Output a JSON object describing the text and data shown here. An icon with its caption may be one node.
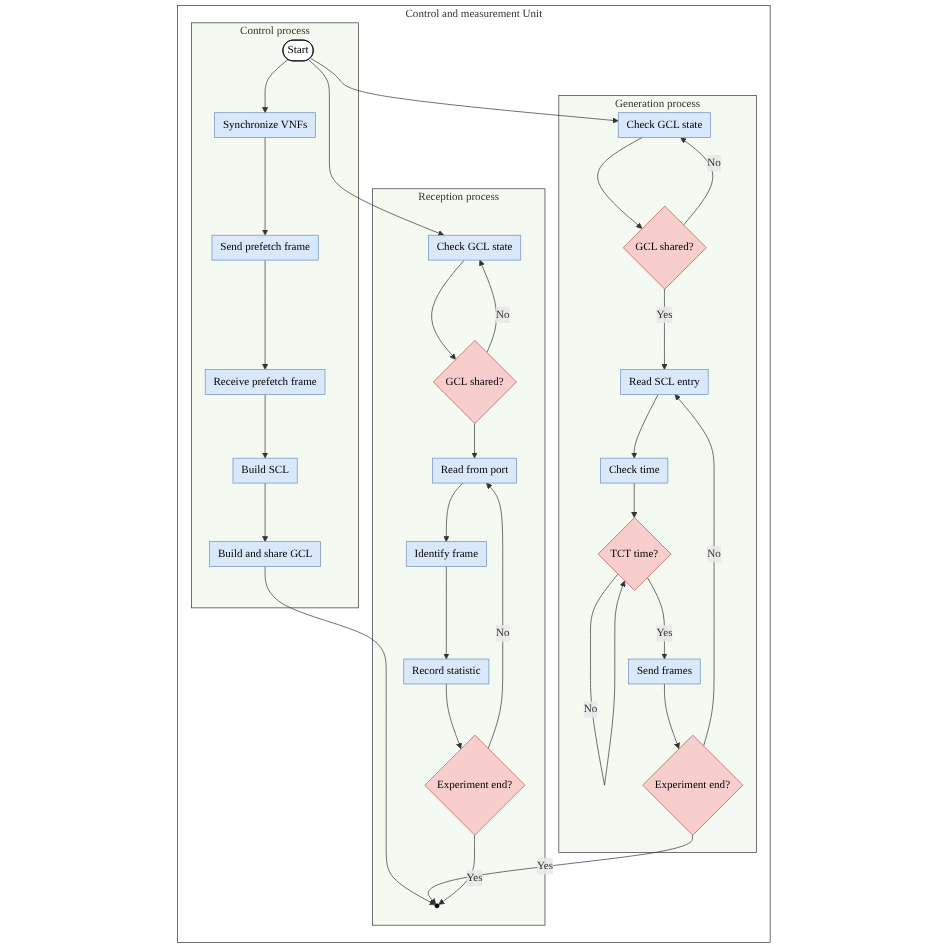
{
  "diagram": {
    "nodes": [
      {
        "text": [
          "Control and measurement Unit"
        ]
      },
      {
        "text": [
          "Control process"
        ],
        "in": 0
      },
      {
        "text": [
          "Generation process"
        ],
        "in": 0
      },
      {
        "text": [
          "Reception process"
        ],
        "in": 0
      },
      {
        "text": [
          "Start"
        ],
        "in": 1
      },
      {
        "text": [
          "Synchronize VNFs"
        ],
        "in": 1
      },
      {
        "text": [
          "Send prefetch frame"
        ],
        "in": 1
      },
      {
        "text": [
          "Receive prefetch frame"
        ],
        "in": 1
      },
      {
        "text": [
          "Build SCL"
        ],
        "in": 1
      },
      {
        "text": [
          "Build and share GCL"
        ],
        "in": 1
      },
      {
        "text": [
          "Check GCL state"
        ],
        "in": 2
      },
      {
        "text": [
          "GCL shared?"
        ],
        "in": 2
      },
      {
        "text": [
          "Read SCL entry"
        ],
        "in": 2
      },
      {
        "text": [
          "Check time"
        ],
        "in": 2
      },
      {
        "text": [
          "TCT time?"
        ],
        "in": 2
      },
      {
        "text": [
          "Send frames"
        ],
        "in": 2
      },
      {
        "text": [
          "Experiment end?"
        ],
        "in": 2
      },
      {
        "text": [
          "Check GCL state"
        ],
        "in": 3
      },
      {
        "text": [
          "GCL shared?"
        ],
        "in": 3
      },
      {
        "text": [
          "Read from port"
        ],
        "in": 3
      },
      {
        "text": [
          "Identify frame"
        ],
        "in": 3
      },
      {
        "text": [
          "Record statistic"
        ],
        "in": 3
      },
      {
        "text": [
          "Experiment end?"
        ],
        "in": 3
      },
      {
        "text": [],
        "shape": "circle",
        "in": 3
      }
    ],
    "edges": [
      {
        "from": 4,
        "to": 5,
        "arrow": "to"
      },
      {
        "from": 4,
        "to": 10,
        "arrow": "to"
      },
      {
        "from": 4,
        "to": 17,
        "arrow": "to"
      },
      {
        "from": 5,
        "to": 6,
        "arrow": "to"
      },
      {
        "from": 6,
        "to": 7,
        "arrow": "to"
      },
      {
        "from": 7,
        "to": 8,
        "arrow": "to"
      },
      {
        "from": 8,
        "to": 9,
        "arrow": "to"
      },
      {
        "from": 9,
        "to": 23,
        "arrow": "to"
      },
      {
        "from": 10,
        "to": 11,
        "arrow": "to"
      },
      {
        "from": 11,
        "to": 10,
        "label": "No",
        "arrow": "to"
      },
      {
        "from": 11,
        "to": 12,
        "label": "Yes",
        "arrow": "to"
      },
      {
        "from": 12,
        "to": 13,
        "arrow": "to"
      },
      {
        "from": 13,
        "to": 14,
        "arrow": "to"
      },
      {
        "from": 14,
        "to": 14,
        "label": "No",
        "arrow": "to"
      },
      {
        "from": 14,
        "to": 15,
        "label": "Yes",
        "arrow": "to"
      },
      {
        "from": 15,
        "to": 16,
        "arrow": "to"
      },
      {
        "from": 16,
        "to": 12,
        "label": "No",
        "arrow": "to"
      },
      {
        "from": 16,
        "to": 23,
        "label": "Yes",
        "arrow": "to"
      },
      {
        "from": 17,
        "to": 18,
        "arrow": "to"
      },
      {
        "from": 18,
        "to": 17,
        "label": "No",
        "arrow": "to"
      },
      {
        "from": 18,
        "to": 19,
        "arrow": "to"
      },
      {
        "from": 19,
        "to": 20,
        "arrow": "to"
      },
      {
        "from": 20,
        "to": 21,
        "arrow": "to"
      },
      {
        "from": 21,
        "to": 22,
        "arrow": "to"
      },
      {
        "from": 22,
        "to": 19,
        "label": "No",
        "arrow": "to"
      },
      {
        "from": 22,
        "to": 23,
        "label": "Yes",
        "arrow": "to"
      }
    ]
  }
}
